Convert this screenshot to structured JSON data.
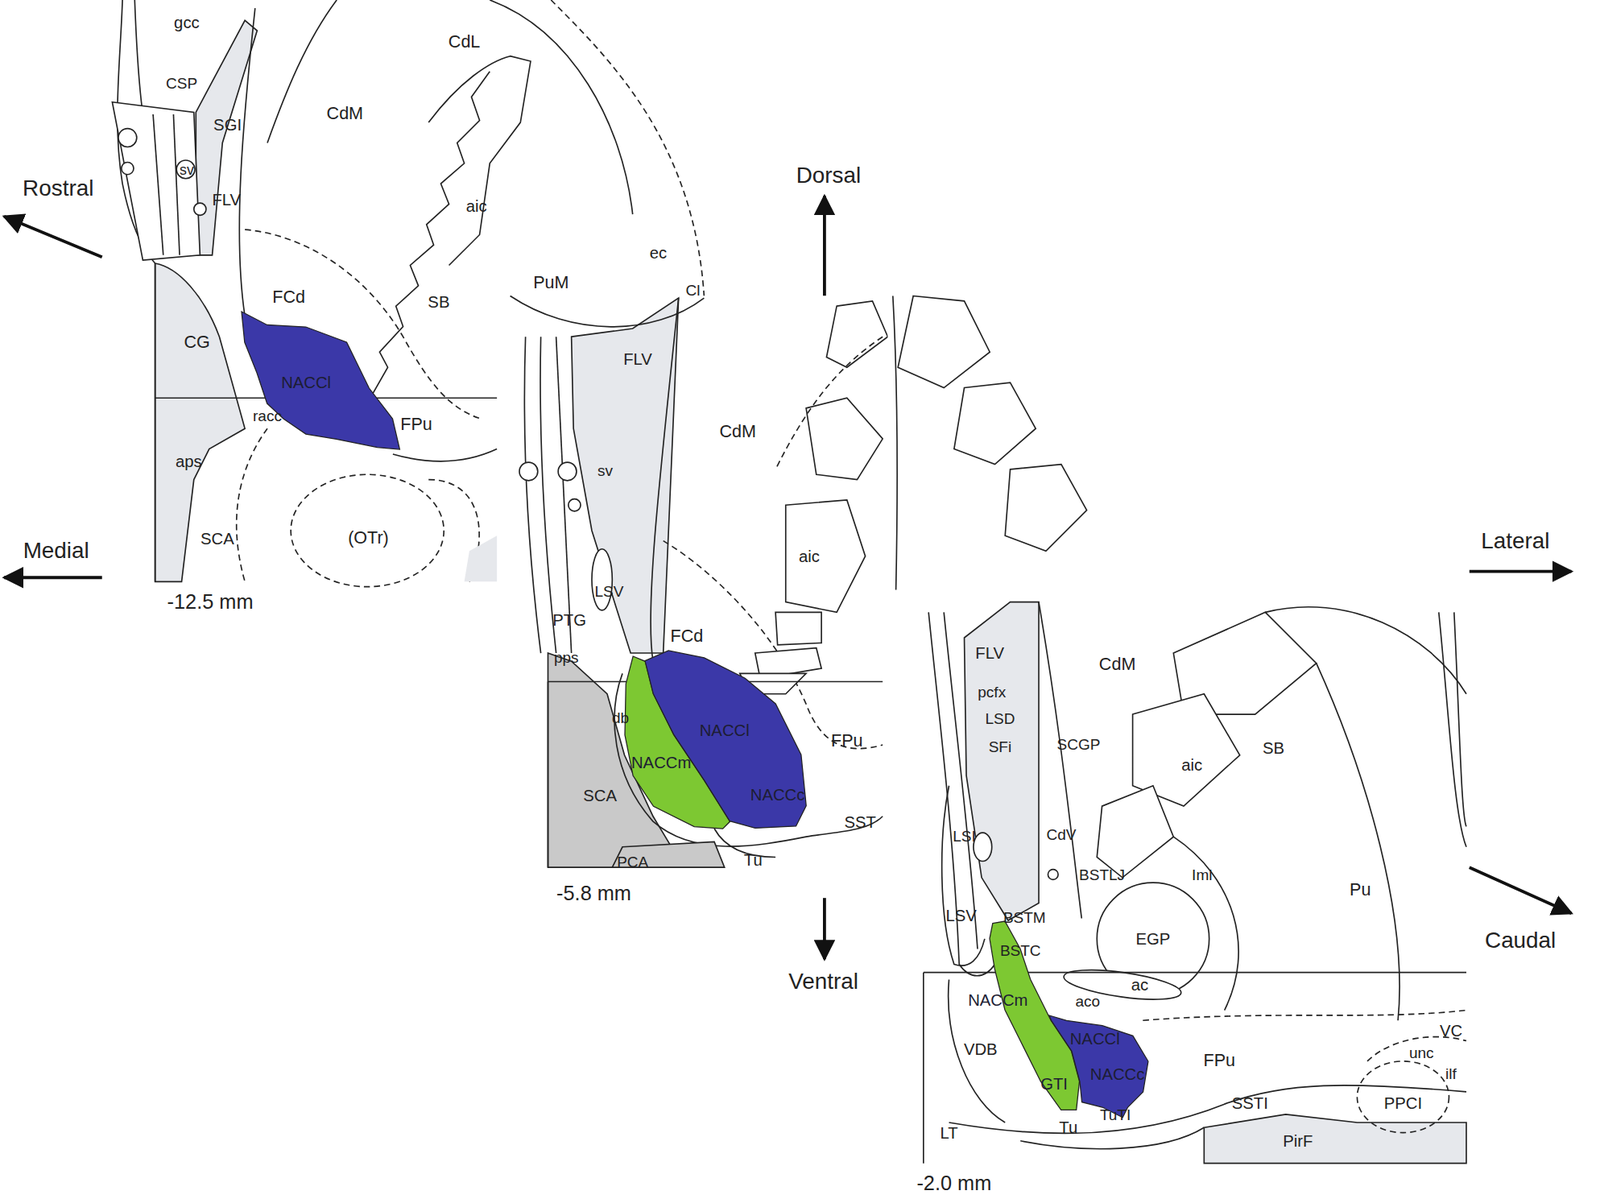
{
  "diagram": {
    "nodes": [
      {
        "text": [
          "NACCl"
        ]
      },
      {
        "text": [
          "NACCm"
        ]
      },
      {
        "text": [
          "NACCl",
          "NACCc"
        ]
      },
      {
        "text": [
          "NACCm",
          "GTI"
        ]
      },
      {
        "text": [
          "NACCl",
          "NACCc"
        ]
      }
    ],
    "labels": [
      "Rostral",
      "Medial",
      "Dorsal",
      "Ventral",
      "Lateral",
      "Caudal",
      "gcc",
      "CSP",
      "SGI",
      "sv",
      "FLV",
      "CdL",
      "CdM",
      "aic",
      "FCd",
      "CG",
      "SB",
      "PuM",
      "ec",
      "Cl",
      "racc",
      "aps",
      "FPu",
      "SCA",
      "(OTr)",
      "-12.5 mm",
      "FLV",
      "CdM",
      "sv",
      "aic",
      "LSV",
      "PTG",
      "pps",
      "FCd",
      "db",
      "FPu",
      "SST",
      "SCA",
      "PCA",
      "Tu",
      "-5.8 mm",
      "FLV",
      "CdM",
      "pcfx",
      "LSD",
      "SFi",
      "SCGP",
      "SB",
      "aic",
      "LSI",
      "CdV",
      "BSTLJ",
      "Iml",
      "Pu",
      "LSV",
      "BSTM",
      "BSTC",
      "EGP",
      "ac",
      "aco",
      "VDB",
      "FPu",
      "unc",
      "VC",
      "ilf",
      "SSTI",
      "PPCI",
      "Tu",
      "TuTI",
      "LT",
      "PirF",
      "-2.0 mm"
    ]
  }
}
